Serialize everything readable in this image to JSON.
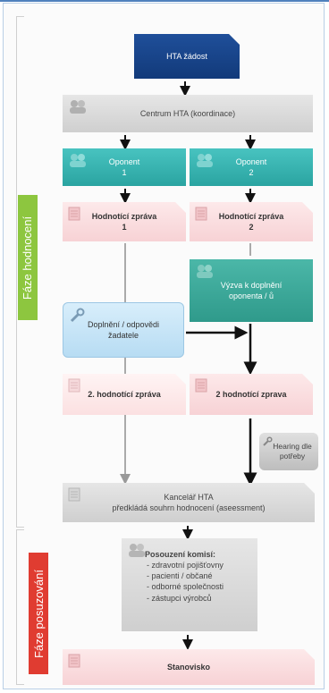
{
  "phases": {
    "hodnoceni": "Fáze hodnocení",
    "posuzovani": "Fáze posuzování"
  },
  "nodes": {
    "hta_zadost": "HTA žádost",
    "centrum": "Centrum HTA (koordinace)",
    "oponent1_title": "Oponent",
    "oponent1_num": "1",
    "oponent2_title": "Oponent",
    "oponent2_num": "2",
    "zprava1_title": "Hodnotící zpráva",
    "zprava1_num": "1",
    "zprava2_title": "Hodnotící zpráva",
    "zprava2_num": "2",
    "vyzva_line1": "Výzva k doplnění",
    "vyzva_line2": "oponenta / ů",
    "doplneni_line1": "Doplnění / odpovědi",
    "doplneni_line2": "žadatele",
    "druha_zprava1": "2. hodnotící zpráva",
    "druha_zprava2": "2 hodnotící zprava",
    "hearing_line1": "Hearing dle",
    "hearing_line2": "potřeby",
    "kancelar_line1": "Kancelář HTA",
    "kancelar_line2": "předkládá souhrn hodnocení (aseessment)",
    "komise_title": "Posouzení komisí:",
    "komise_items": [
      "- zdravotní pojišťovny",
      "- pacienti / občané",
      "- odborné společnosti",
      "- zástupci výrobců"
    ],
    "stanovisko": "Stanovisko"
  },
  "colors": {
    "phase_hodnoceni": "#8dc63f",
    "phase_posuzovani": "#e03c31",
    "hta_zadost": "#1f4f9a",
    "oponent": "#2aa4a1",
    "zprava": "#f7d2d5"
  },
  "icons": [
    "people-icon",
    "document-icon",
    "wrench-icon"
  ]
}
